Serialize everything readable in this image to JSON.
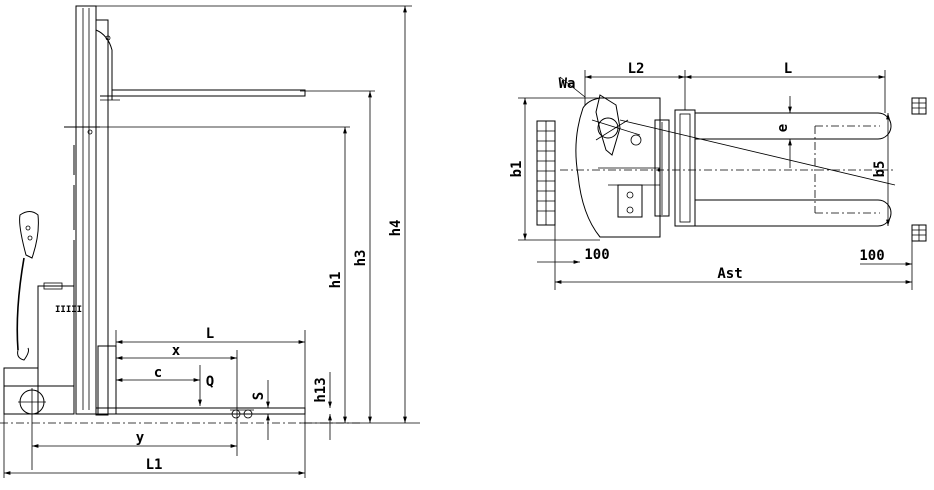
{
  "side_view": {
    "labels": {
      "L": "L",
      "x": "x",
      "c": "c",
      "Q": "Q",
      "S": "S",
      "y": "y",
      "L1": "L1",
      "h1": "h1",
      "h3": "h3",
      "h4": "h4",
      "h13": "h13"
    }
  },
  "top_view": {
    "labels": {
      "L2": "L2",
      "L": "L",
      "Wa": "Wa",
      "e": "e",
      "b1": "b1",
      "b5": "b5",
      "dim_100_left": "100",
      "dim_100_right": "100",
      "Ast": "Ast"
    }
  }
}
